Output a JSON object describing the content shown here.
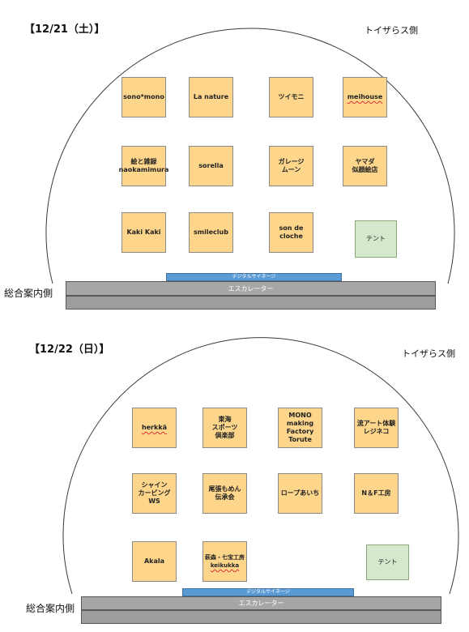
{
  "days": [
    {
      "date": "【12/21（土）】",
      "toysrus_side": "トイザらス側",
      "info_side": "総合案内側",
      "signage": "デジタルサイネージ",
      "escalator": "エスカレーター",
      "booths": [
        [
          "sono*mono"
        ],
        [
          "La nature"
        ],
        [
          "ツイモニ"
        ],
        [
          "meihouse"
        ],
        [
          "絵と雑録",
          "naokamimura"
        ],
        [
          "sorella"
        ],
        [
          "ガレージ",
          "ムーン"
        ],
        [
          "ヤマダ",
          "似顔絵店"
        ],
        [
          "Kaki Kaki"
        ],
        [
          "smileclub"
        ],
        [
          "son de",
          "cloche"
        ]
      ],
      "tent": "テント"
    },
    {
      "date": "【12/22（日）】",
      "toysrus_side": "トイザらス側",
      "info_side": "総合案内側",
      "signage": "デジタルサイネージ",
      "escalator": "エスカレーター",
      "booths": [
        [
          "herkkä"
        ],
        [
          "東海",
          "スポーツ",
          "倶楽部"
        ],
        [
          "MONO",
          "making",
          "Factory",
          "Torute"
        ],
        [
          "流アート体験",
          "レジネコ"
        ],
        [
          "シャイン",
          "カービング",
          "WS"
        ],
        [
          "尾張もめん",
          "伝承会"
        ],
        [
          "ロープあいち"
        ],
        [
          "N＆F工房"
        ],
        [
          "Akala"
        ],
        [
          "萩森・七宝工房",
          "keikukka"
        ]
      ],
      "tent": "テント"
    }
  ],
  "colors": {
    "booth_fill": "#fdd68c",
    "booth_border": "#8a8a8a",
    "tent_fill": "#d5e8cc",
    "tent_border": "#8aa878",
    "signage_fill": "#5b9bd5",
    "signage_border": "#3f73a3",
    "escalator_fill": "#a6a6a6",
    "escalator_border": "#595959",
    "outline": "#3a3a3a",
    "spellcheck": "#e03030"
  }
}
